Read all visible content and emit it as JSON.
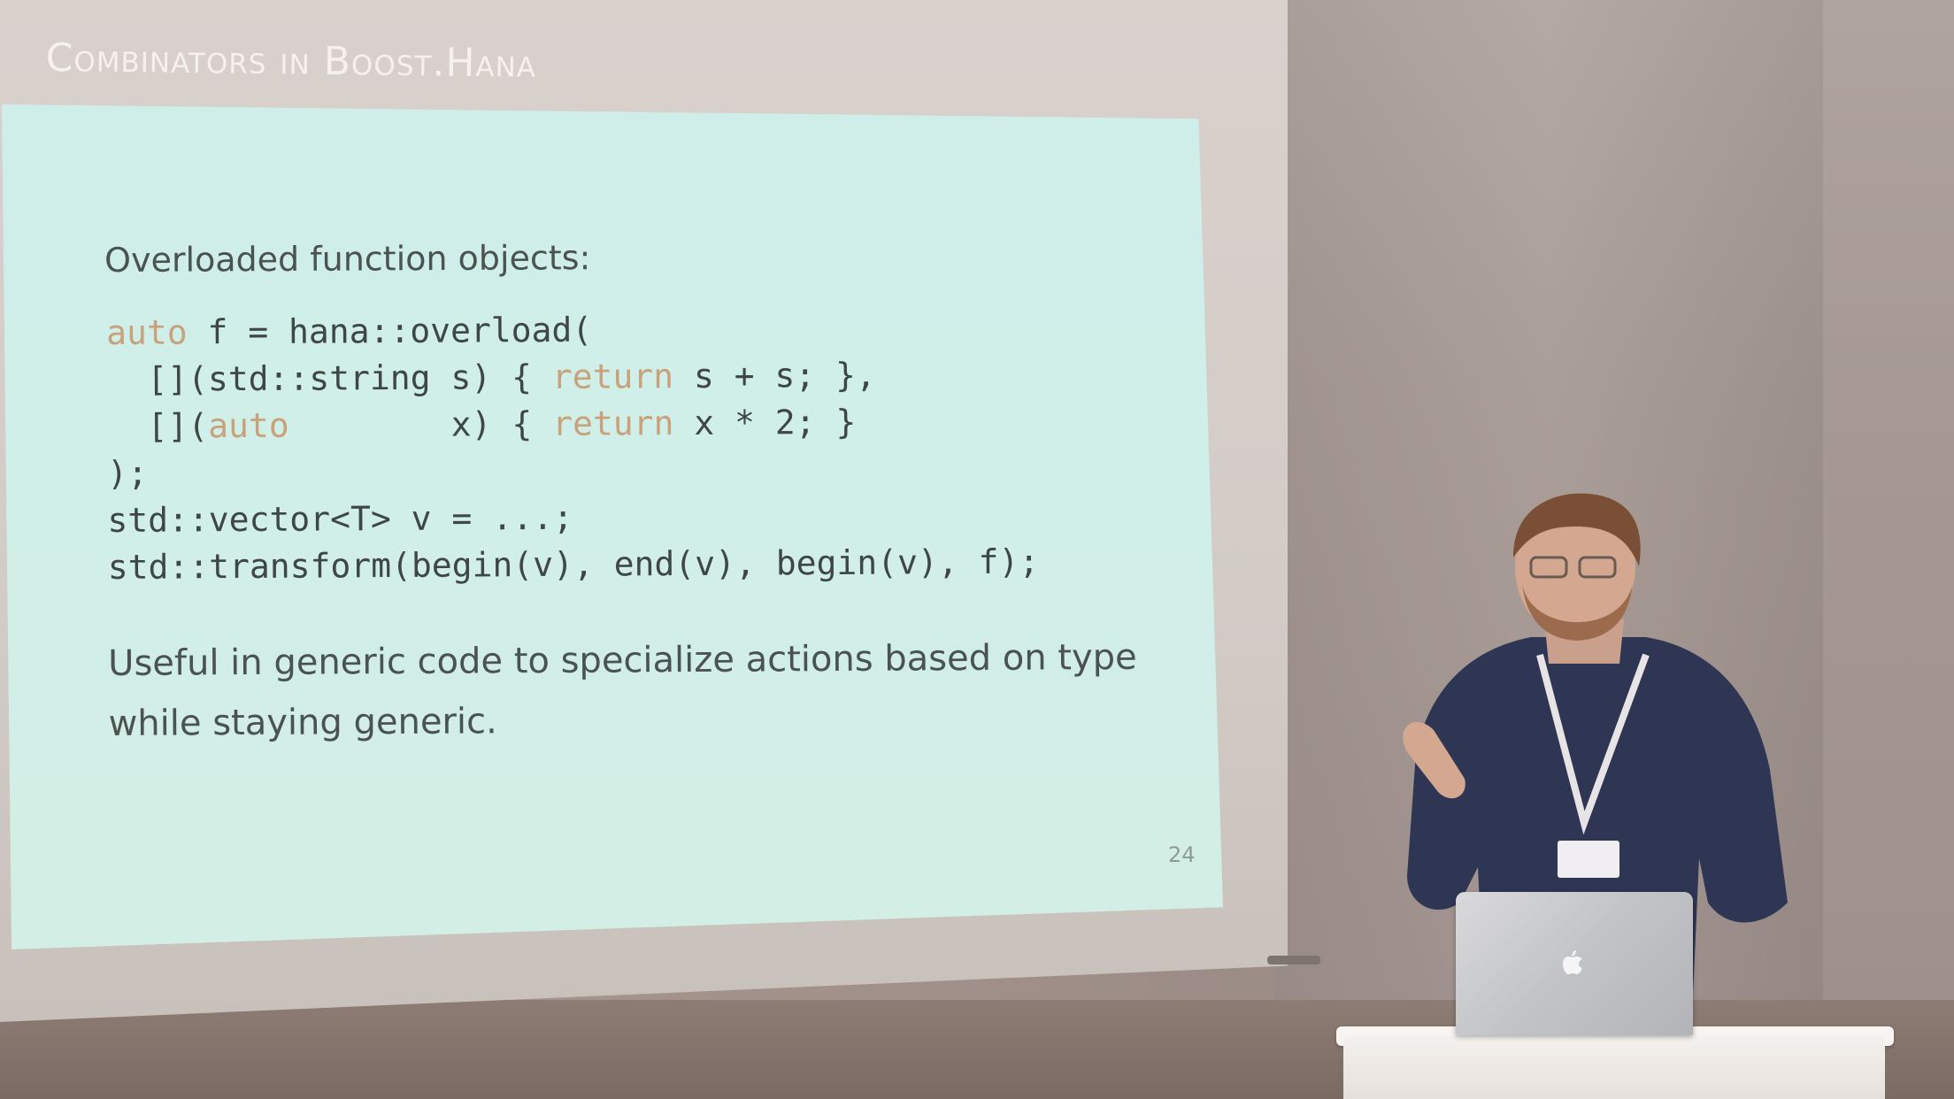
{
  "slide": {
    "title": "Combinators in Boost.Hana",
    "lead": "Overloaded function objects:",
    "code_lines": [
      [
        {
          "t": "auto",
          "kw": true
        },
        {
          "t": " f = hana::overload(",
          "kw": false
        }
      ],
      [
        {
          "t": "  [](std::string s) { ",
          "kw": false
        },
        {
          "t": "return",
          "kw": true
        },
        {
          "t": " s + s; },",
          "kw": false
        }
      ],
      [
        {
          "t": "  [](",
          "kw": false
        },
        {
          "t": "auto",
          "kw": true
        },
        {
          "t": "        x) { ",
          "kw": false
        },
        {
          "t": "return",
          "kw": true
        },
        {
          "t": " x * 2; }",
          "kw": false
        }
      ],
      [
        {
          "t": ");",
          "kw": false
        }
      ],
      [
        {
          "t": "std::vector<T> v = ...;",
          "kw": false
        }
      ],
      [
        {
          "t": "std::transform(begin(v), end(v), begin(v), f);",
          "kw": false
        }
      ]
    ],
    "note_line1": "Useful in generic code to specialize actions based on type",
    "note_line2": "while staying generic.",
    "page_number": "24"
  },
  "colors": {
    "keyword": "#c7a27c",
    "slide_background": "#cfeeea",
    "slide_text": "#4b5350",
    "title_text": "#f5f2ee"
  },
  "scene": {
    "speaker_shirt_color": "#2e3654",
    "laptop_logo": "apple-logo-icon"
  }
}
